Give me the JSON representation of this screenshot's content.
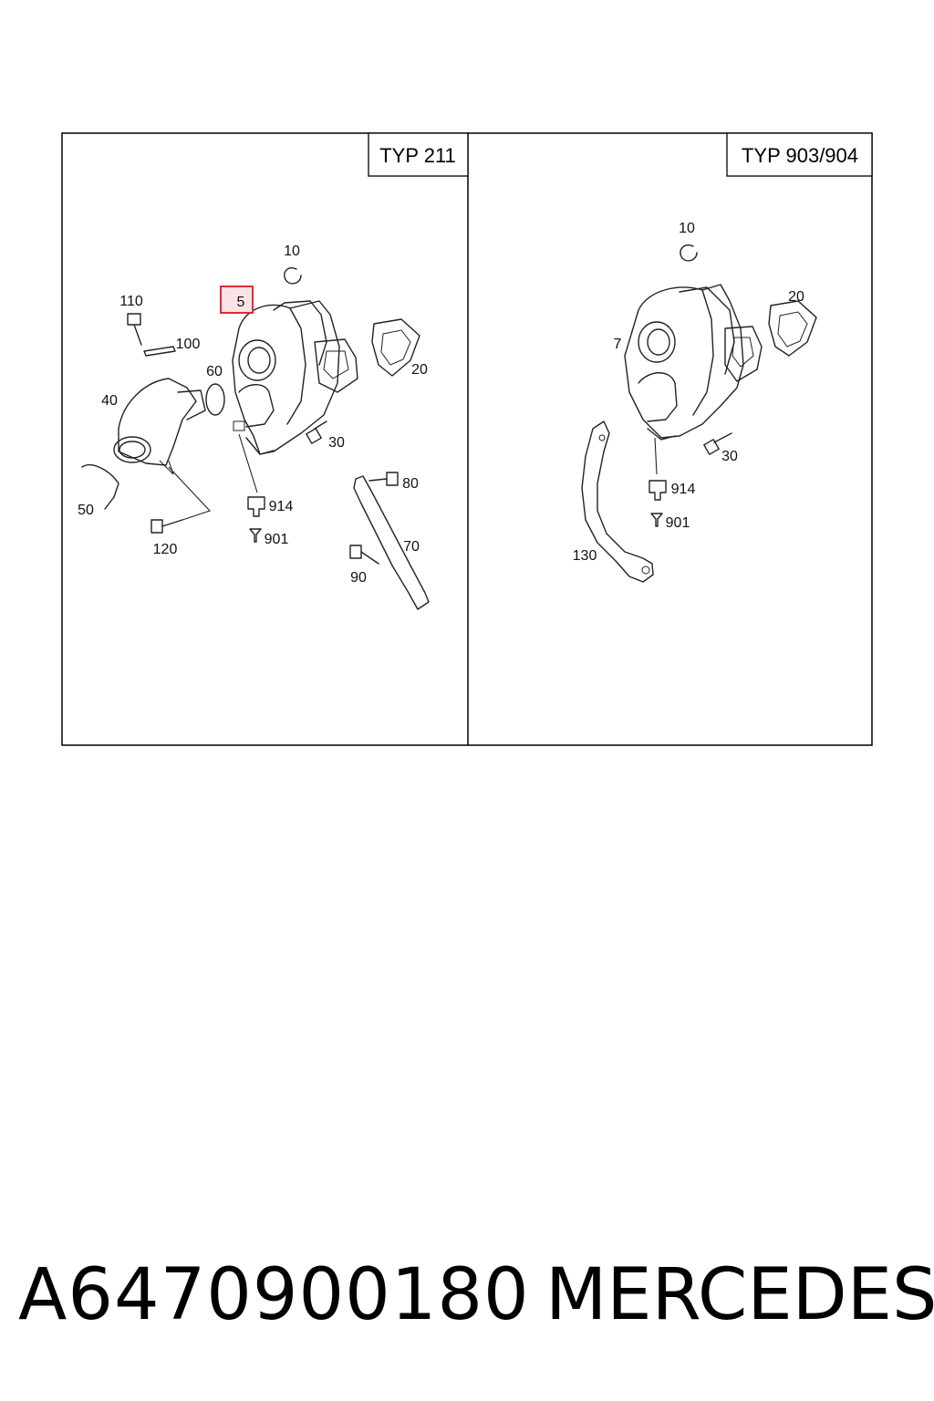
{
  "panels": {
    "left": {
      "type_label": "TYP 211",
      "callouts": {
        "c5": "5",
        "c10": "10",
        "c110": "110",
        "c100": "100",
        "c60": "60",
        "c40": "40",
        "c20": "20",
        "c30": "30",
        "c50": "50",
        "c120": "120",
        "c914": "914",
        "c901": "901",
        "c80": "80",
        "c70": "70",
        "c90": "90"
      },
      "highlighted_callout": "5",
      "highlight_color": "#e0141e"
    },
    "right": {
      "type_label": "TYP 903/904",
      "callouts": {
        "c10": "10",
        "c20": "20",
        "c7": "7",
        "c30": "30",
        "c914": "914",
        "c901": "901",
        "c130": "130"
      }
    }
  },
  "footer": {
    "part_number": "A6470900180",
    "brand": "MERCEDES"
  }
}
